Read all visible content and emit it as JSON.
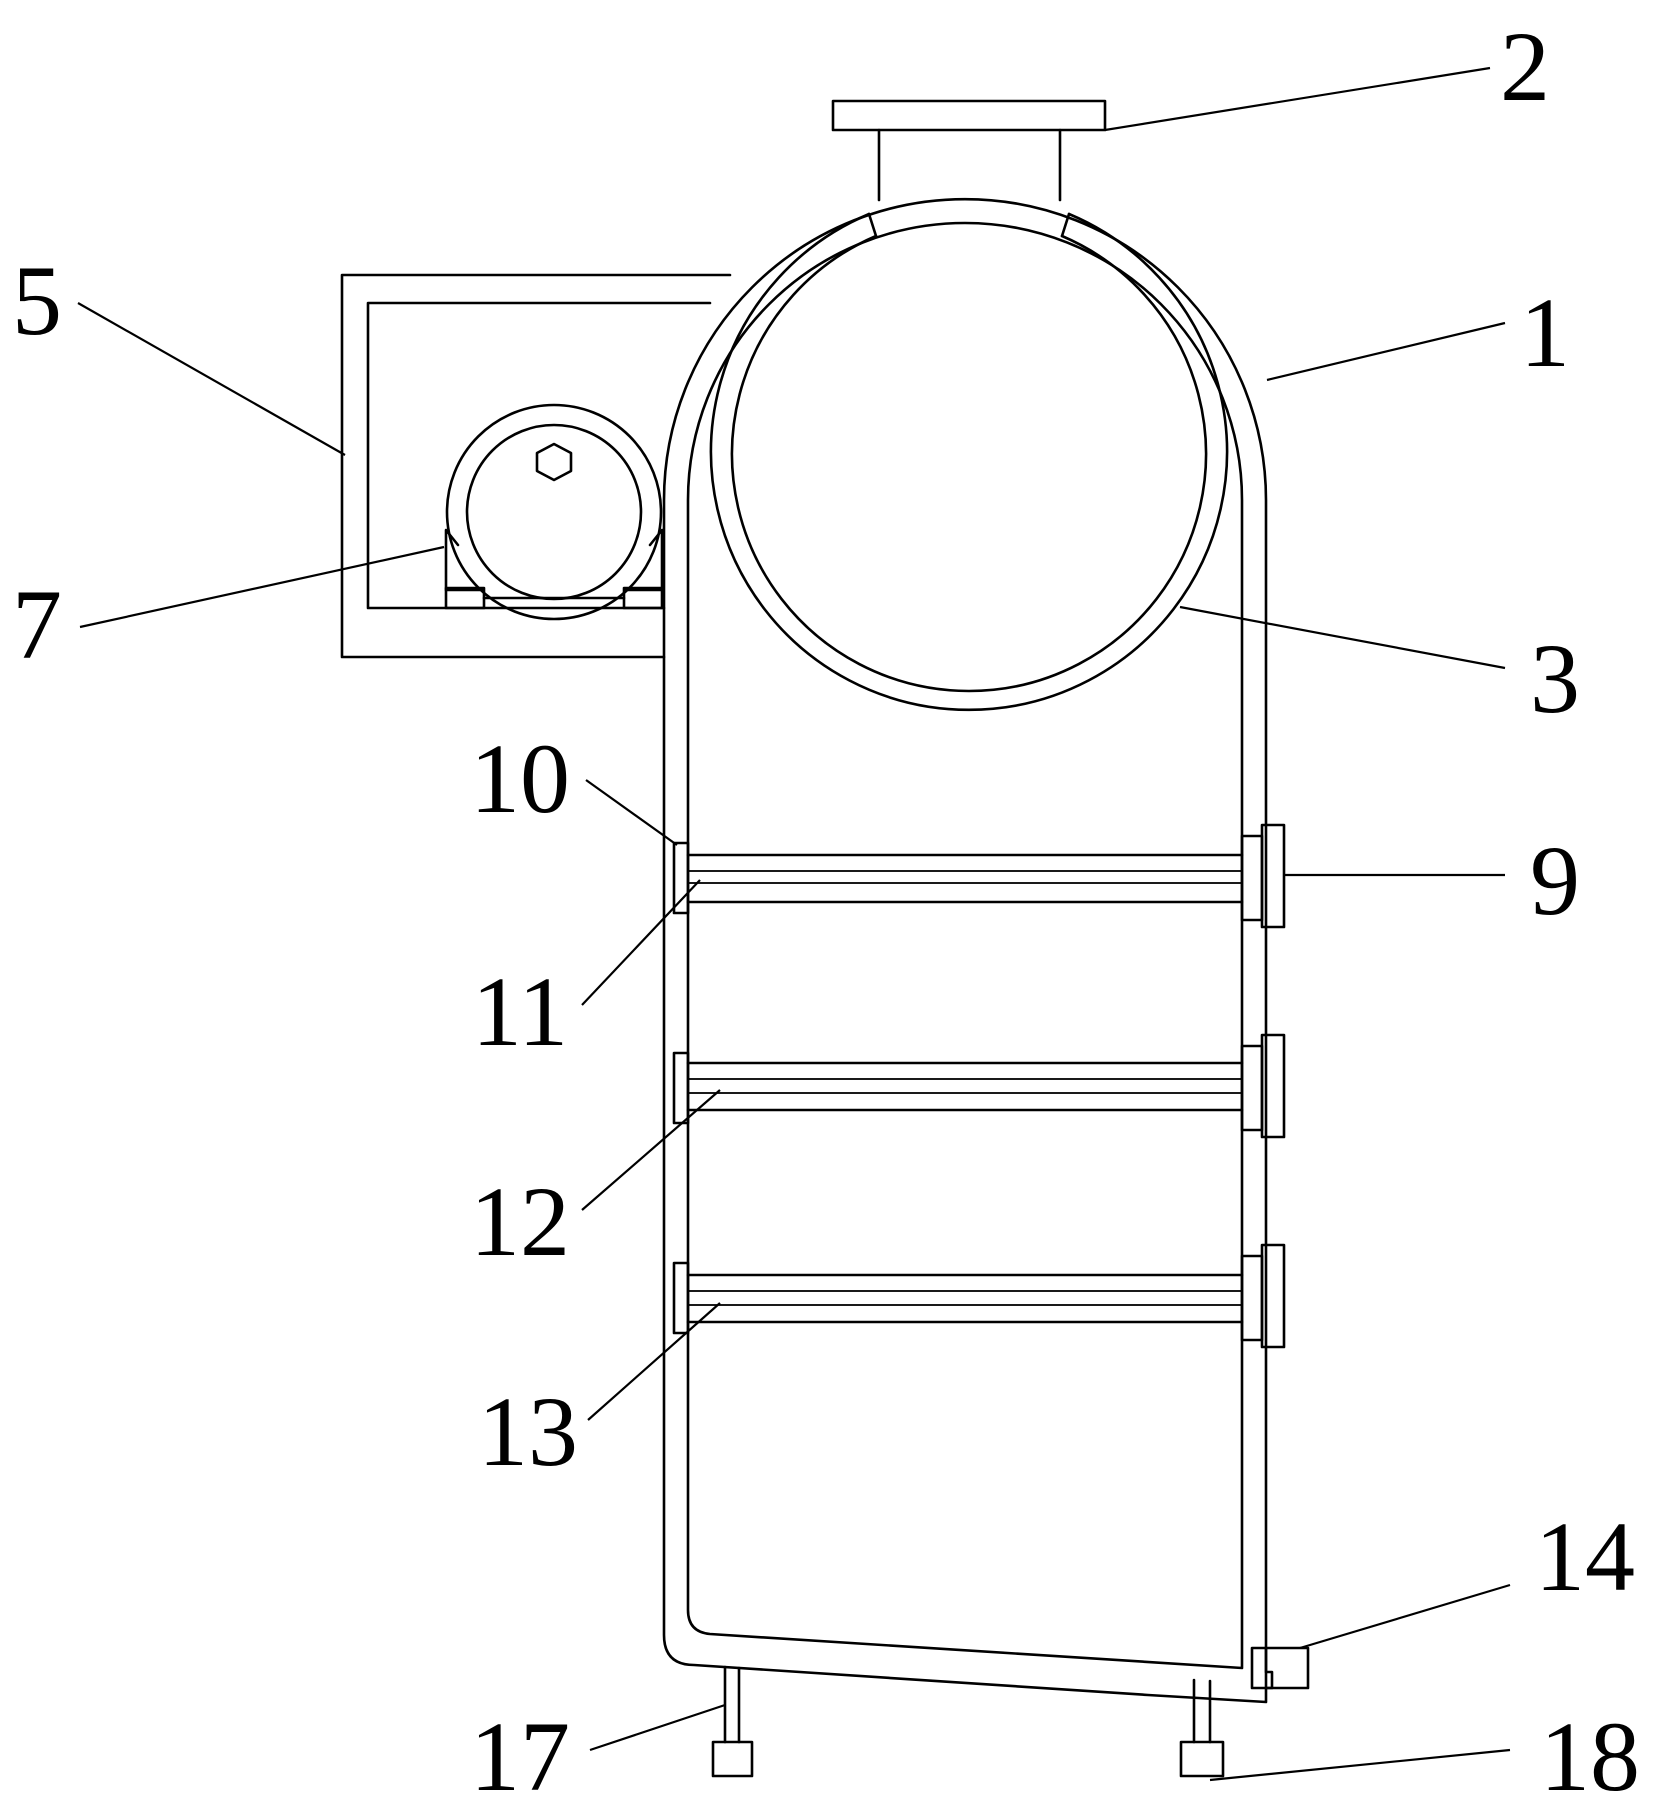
{
  "labels": {
    "l1": "1",
    "l2": "2",
    "l3": "3",
    "l5": "5",
    "l7": "7",
    "l9": "9",
    "l10": "10",
    "l11": "11",
    "l12": "12",
    "l13": "13",
    "l14": "14",
    "l17": "17",
    "l18": "18"
  }
}
